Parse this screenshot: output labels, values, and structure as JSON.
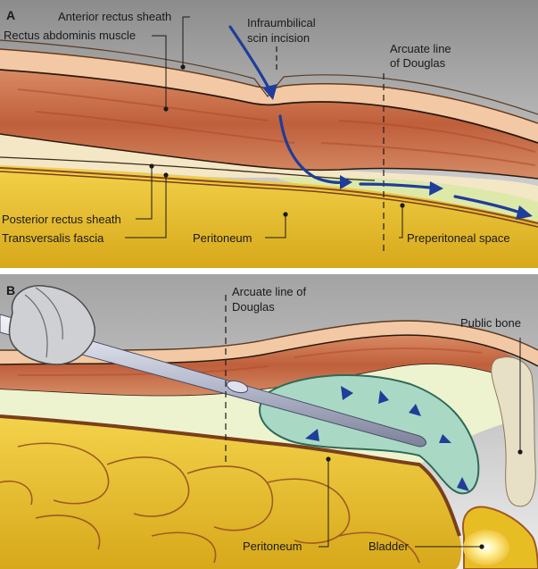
{
  "panel_a": {
    "letter": "A",
    "labels": {
      "anterior_rectus_sheath": "Anterior rectus sheath",
      "rectus_abdominis": "Rectus abdominis muscle",
      "incision_line1": "Infraumbilical",
      "incision_line2": "scin incision",
      "arcuate_line1": "Arcuate line",
      "arcuate_line2": "of Douglas",
      "posterior_rectus_sheath": "Posterior rectus sheath",
      "transversalis_fascia": "Transversalis fascia",
      "peritoneum": "Peritoneum",
      "preperitoneal_space": "Preperitoneal space"
    }
  },
  "panel_b": {
    "letter": "B",
    "labels": {
      "arcuate_line1": "Arcuate line of",
      "arcuate_line2": "Douglas",
      "pubic_bone": "Public bone",
      "peritoneum": "Peritoneum",
      "bladder": "Bladder"
    }
  },
  "colors": {
    "muscle": "#c0623e",
    "sheath": "#f2c9a4",
    "fat": "#e7bd24",
    "preperitoneal": "#dde9a9",
    "balloon": "#a9d9c4",
    "arrow": "#1f3d9a"
  }
}
